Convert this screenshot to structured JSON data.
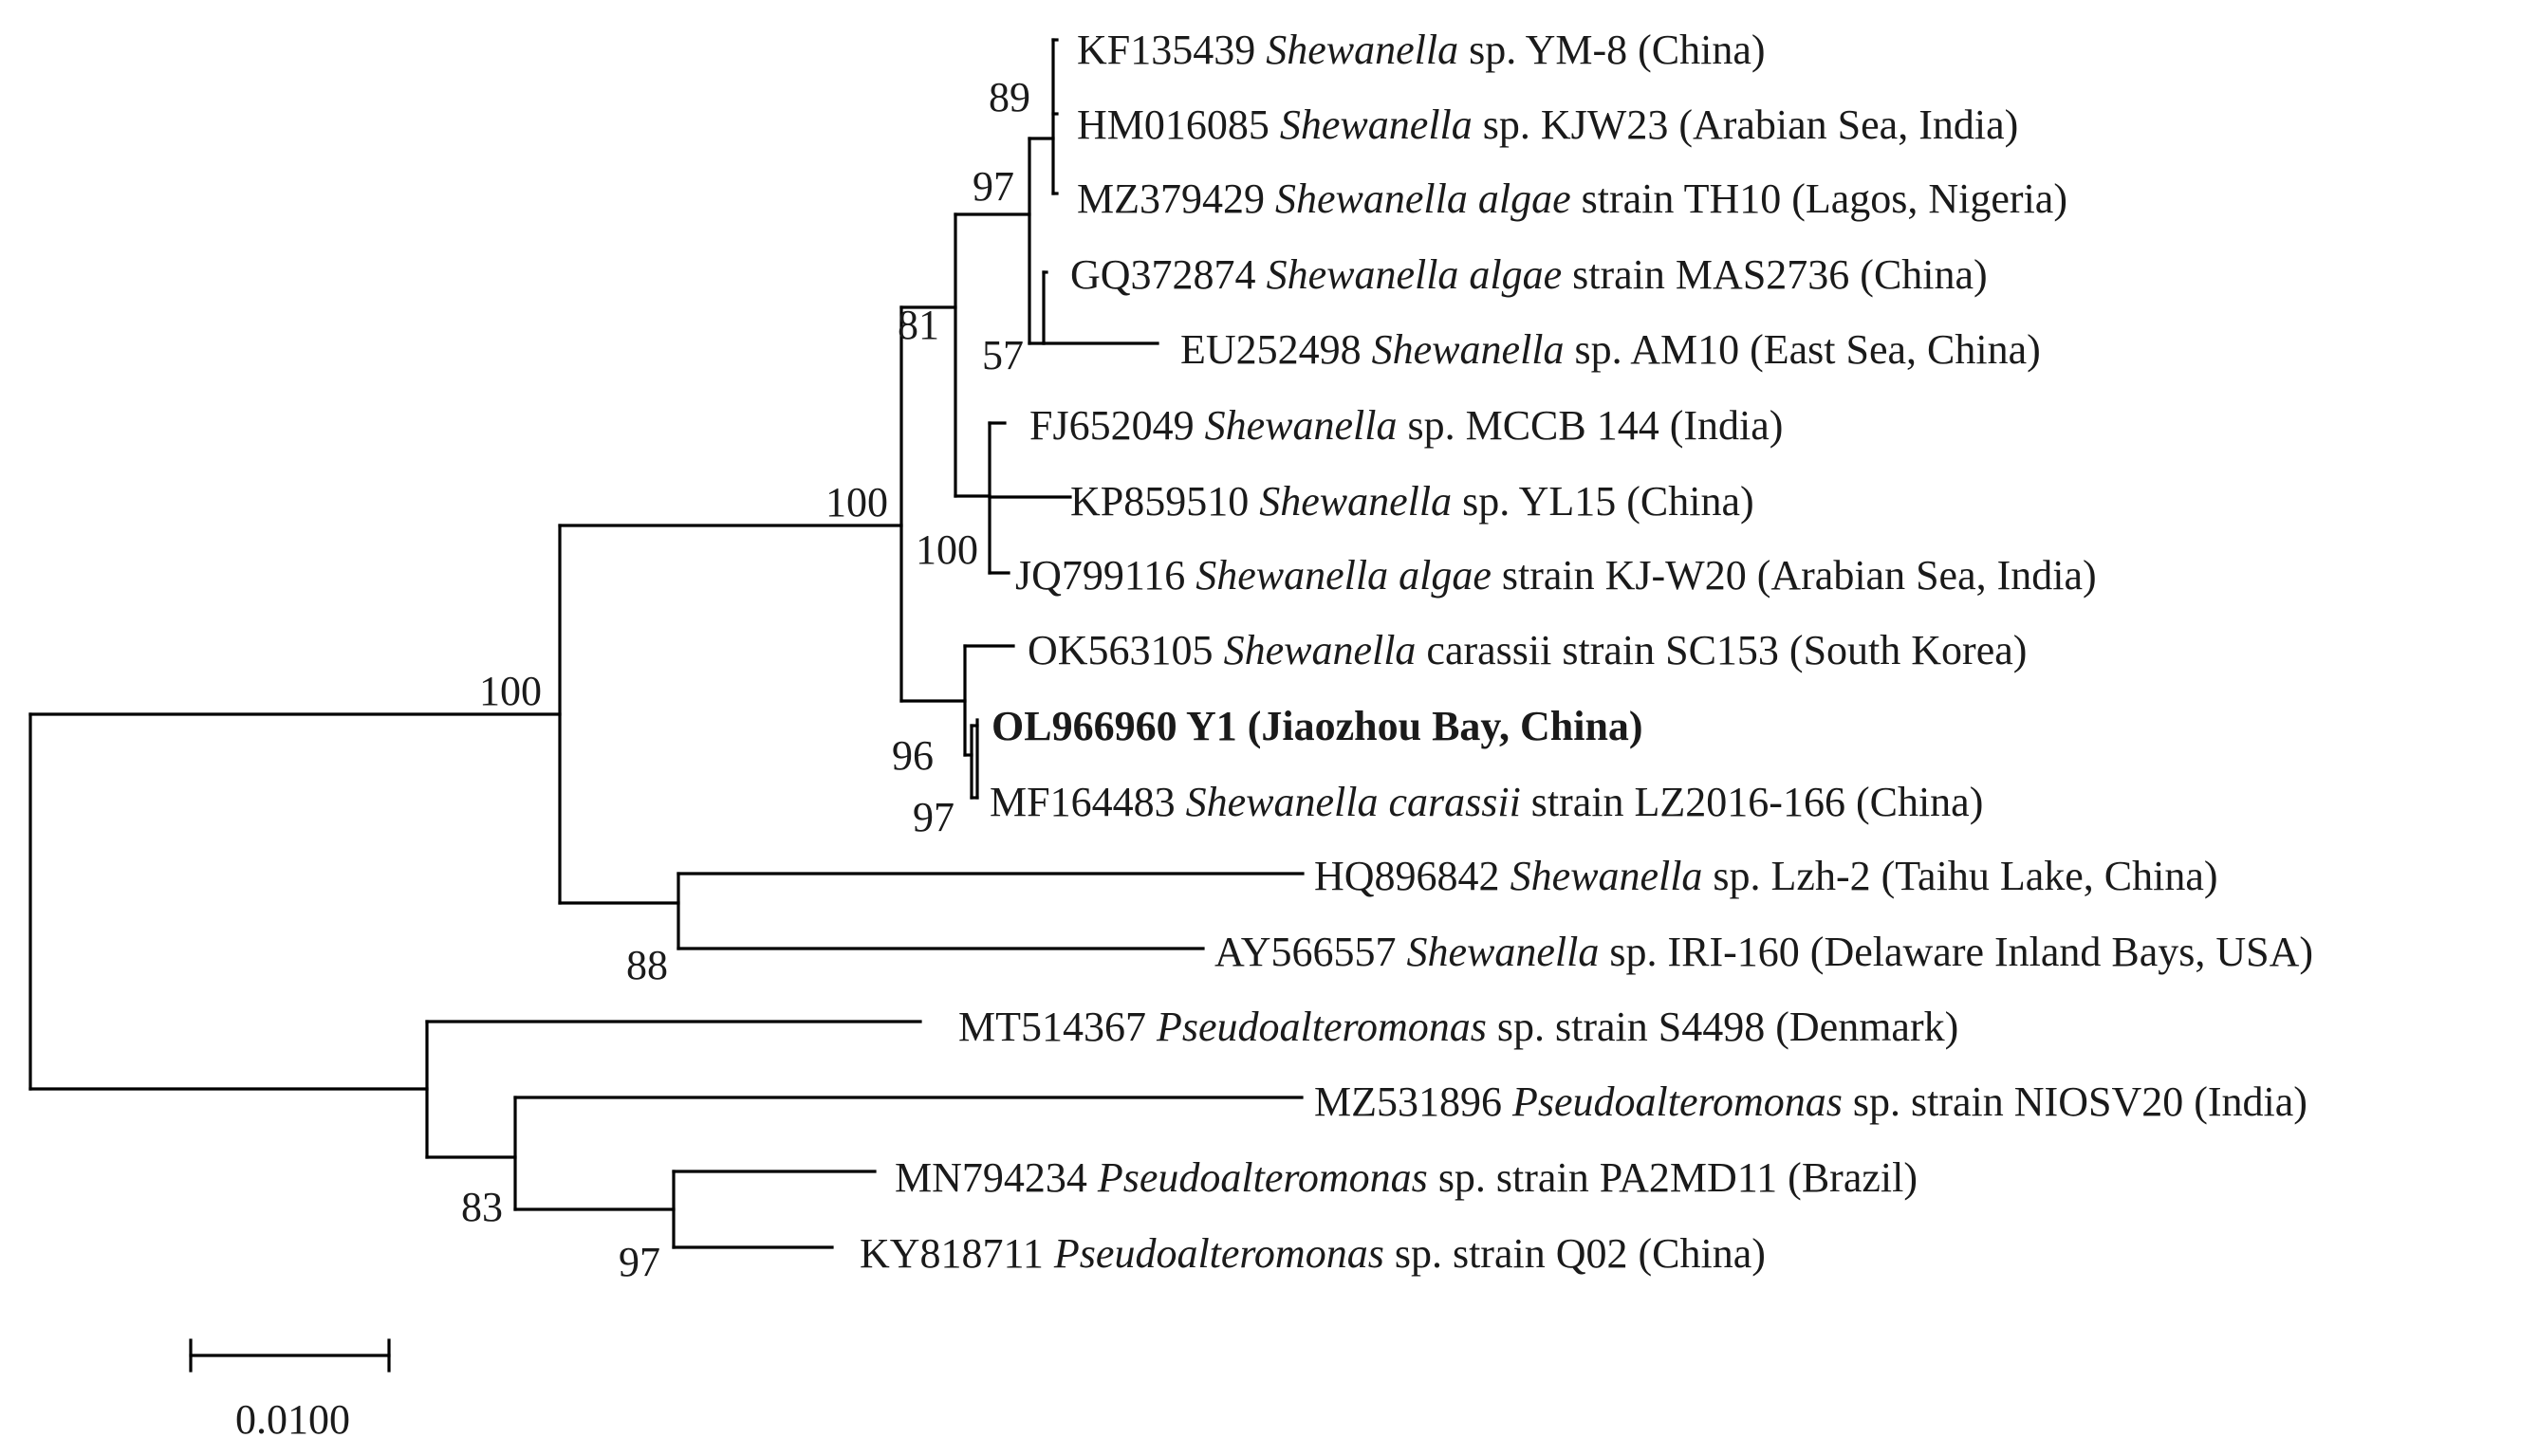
{
  "tree": {
    "scale_bar_label": "0.0100",
    "leaves": [
      {
        "id": "kf135439",
        "parts": [
          {
            "t": "KF135439 "
          },
          {
            "t": "Shewanella",
            "i": true
          },
          {
            "t": " sp. YM-8 (China)"
          }
        ]
      },
      {
        "id": "hm016085",
        "parts": [
          {
            "t": "HM016085 "
          },
          {
            "t": "Shewanella",
            "i": true
          },
          {
            "t": " sp. KJW23 (Arabian Sea, India)"
          }
        ]
      },
      {
        "id": "mz379429",
        "parts": [
          {
            "t": "MZ379429 "
          },
          {
            "t": "Shewanella algae",
            "i": true
          },
          {
            "t": " strain TH10 (Lagos, Nigeria)"
          }
        ]
      },
      {
        "id": "gq372874",
        "parts": [
          {
            "t": "GQ372874 "
          },
          {
            "t": "Shewanella algae",
            "i": true
          },
          {
            "t": " strain MAS2736 (China)"
          }
        ]
      },
      {
        "id": "eu252498",
        "parts": [
          {
            "t": "EU252498 "
          },
          {
            "t": "Shewanella",
            "i": true
          },
          {
            "t": " sp. AM10 (East Sea, China)"
          }
        ]
      },
      {
        "id": "fj652049",
        "parts": [
          {
            "t": "FJ652049 "
          },
          {
            "t": "Shewanella",
            "i": true
          },
          {
            "t": " sp. MCCB 144 (India)"
          }
        ]
      },
      {
        "id": "kp859510",
        "parts": [
          {
            "t": "KP859510 "
          },
          {
            "t": "Shewanella",
            "i": true
          },
          {
            "t": " sp. YL15 (China)"
          }
        ]
      },
      {
        "id": "jq799116",
        "parts": [
          {
            "t": "JQ799116 "
          },
          {
            "t": "Shewanella algae",
            "i": true
          },
          {
            "t": " strain KJ-W20 (Arabian Sea, India)"
          }
        ]
      },
      {
        "id": "ok563105",
        "parts": [
          {
            "t": "OK563105 "
          },
          {
            "t": "Shewanella",
            "i": true
          },
          {
            "t": " carassii strain SC153 (South Korea)"
          }
        ]
      },
      {
        "id": "ol966960",
        "parts": [
          {
            "t": "OL966960 Y1 (Jiaozhou Bay, China)",
            "b": true
          }
        ]
      },
      {
        "id": "mf164483",
        "parts": [
          {
            "t": "MF164483 "
          },
          {
            "t": "Shewanella carassii",
            "i": true
          },
          {
            "t": " strain LZ2016-166 (China)"
          }
        ]
      },
      {
        "id": "hq896842",
        "parts": [
          {
            "t": "HQ896842 "
          },
          {
            "t": "Shewanella",
            "i": true
          },
          {
            "t": " sp. Lzh-2 (Taihu Lake, China)"
          }
        ]
      },
      {
        "id": "ay566557",
        "parts": [
          {
            "t": "AY566557 "
          },
          {
            "t": "Shewanella",
            "i": true
          },
          {
            "t": " sp. IRI-160 (Delaware Inland Bays, USA)"
          }
        ]
      },
      {
        "id": "mt514367",
        "parts": [
          {
            "t": "MT514367 "
          },
          {
            "t": "Pseudoalteromonas",
            "i": true
          },
          {
            "t": " sp. strain S4498 (Denmark)"
          }
        ]
      },
      {
        "id": "mz531896",
        "parts": [
          {
            "t": "MZ531896 "
          },
          {
            "t": "Pseudoalteromonas",
            "i": true
          },
          {
            "t": " sp. strain NIOSV20 (India)"
          }
        ]
      },
      {
        "id": "mn794234",
        "parts": [
          {
            "t": "MN794234 "
          },
          {
            "t": "Pseudoalteromonas",
            "i": true
          },
          {
            "t": " sp. strain PA2MD11 (Brazil)"
          }
        ]
      },
      {
        "id": "ky818711",
        "parts": [
          {
            "t": "KY818711 "
          },
          {
            "t": "Pseudoalteromonas",
            "i": true
          },
          {
            "t": " sp. strain Q02 (China)"
          }
        ]
      }
    ],
    "bootstrap": [
      {
        "id": "n89",
        "value": "89"
      },
      {
        "id": "n97a",
        "value": "97"
      },
      {
        "id": "n81",
        "value": "81"
      },
      {
        "id": "n57",
        "value": "57"
      },
      {
        "id": "n100a",
        "value": "100"
      },
      {
        "id": "n100b",
        "value": "100"
      },
      {
        "id": "n100c",
        "value": "100"
      },
      {
        "id": "n96",
        "value": "96"
      },
      {
        "id": "n97b",
        "value": "97"
      },
      {
        "id": "n88",
        "value": "88"
      },
      {
        "id": "n83",
        "value": "83"
      },
      {
        "id": "n97c",
        "value": "97"
      }
    ]
  }
}
